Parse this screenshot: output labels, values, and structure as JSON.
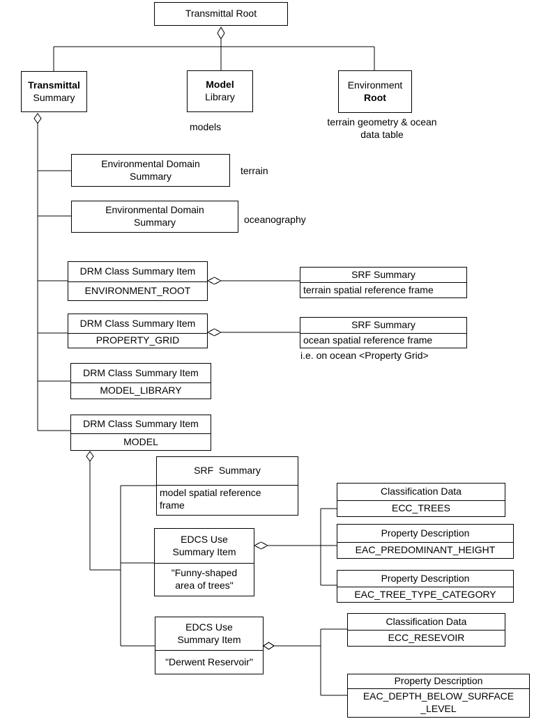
{
  "diagram": {
    "nodes": {
      "transmittal_root": {
        "title": "Transmittal Root"
      },
      "transmittal_summary": {
        "line1": "Transmittal",
        "line2": "Summary"
      },
      "model_library": {
        "line1": "Model",
        "line2": "Library"
      },
      "environment_root": {
        "line1": "Environment",
        "line2": "Root"
      },
      "env_domain_terrain": {
        "title": "Environmental Domain\nSummary"
      },
      "env_domain_ocean": {
        "title": "Environmental Domain\nSummary"
      },
      "drm_env_root": {
        "header": "DRM Class Summary Item",
        "value": "ENVIRONMENT_ROOT"
      },
      "drm_property_grid": {
        "header": "DRM Class Summary Item",
        "value": "PROPERTY_GRID"
      },
      "drm_model_library": {
        "header": "DRM Class Summary Item",
        "value": "MODEL_LIBRARY"
      },
      "drm_model": {
        "header": "DRM Class Summary Item",
        "value": "MODEL"
      },
      "srf_terrain": {
        "header": "SRF Summary",
        "value": "terrain spatial reference frame"
      },
      "srf_ocean": {
        "header": "SRF Summary",
        "value": "ocean spatial reference frame"
      },
      "srf_model": {
        "header": "SRF  Summary",
        "value": "model spatial reference\nframe"
      },
      "edcs_trees": {
        "header": "EDCS Use\nSummary Item",
        "value": "\"Funny-shaped\narea of trees\""
      },
      "edcs_reservoir": {
        "header": "EDCS Use\nSummary Item",
        "value": "\"Derwent Reservoir\""
      },
      "cls_trees": {
        "header": "Classification Data",
        "value": "ECC_TREES"
      },
      "pd_height": {
        "header": "Property Description",
        "value": "EAC_PREDOMINANT_HEIGHT"
      },
      "pd_tree_type": {
        "header": "Property Description",
        "value": "EAC_TREE_TYPE_CATEGORY"
      },
      "cls_resevoir": {
        "header": "Classification Data",
        "value": "ECC_RESEVOIR"
      },
      "pd_depth": {
        "header": "Property Description",
        "value": "EAC_DEPTH_BELOW_SURFACE\n_LEVEL"
      }
    },
    "annotations": {
      "models": "models",
      "environment_root_note": "terrain geometry & ocean\ndata table",
      "terrain": "terrain",
      "oceanography": "oceanography",
      "ocean_srf_note": "i.e. on ocean <Property Grid>"
    },
    "colors": {
      "line": "#000000",
      "background": "#ffffff",
      "text": "#000000"
    }
  }
}
